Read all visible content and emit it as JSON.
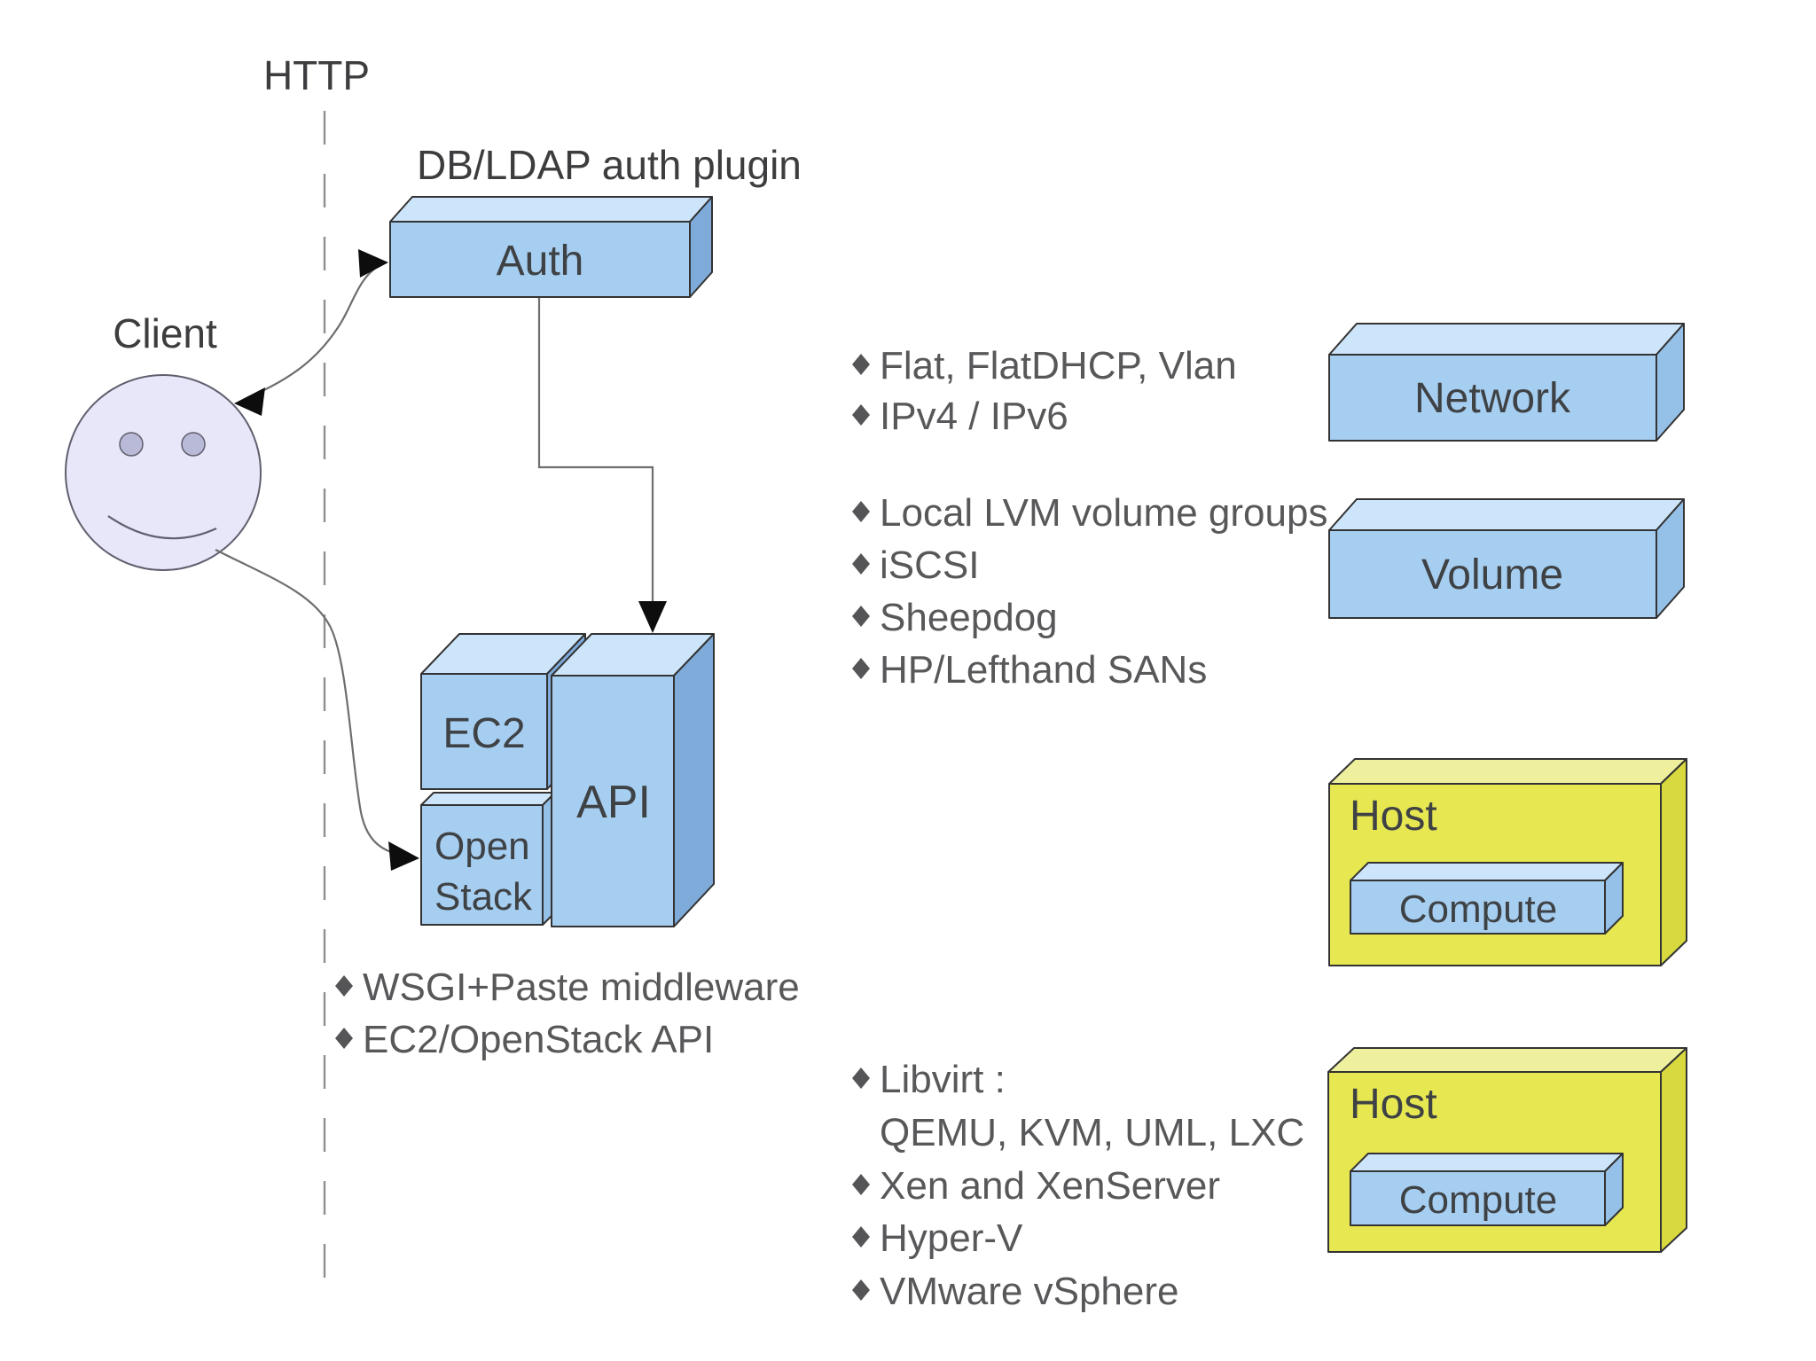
{
  "diagram": {
    "http_label": "HTTP",
    "client_label": "Client",
    "auth_plugin_label": "DB/LDAP auth plugin",
    "boxes": {
      "auth": "Auth",
      "ec2": "EC2",
      "openstack": [
        "Open",
        "Stack"
      ],
      "api": "API",
      "network": "Network",
      "volume": "Volume",
      "host_top": "Host",
      "compute_top": "Compute",
      "host_bottom": "Host",
      "compute_bottom": "Compute"
    },
    "lists": {
      "network_features": {
        "items": [
          {
            "text": "Flat, FlatDHCP, Vlan",
            "bullet": true
          },
          {
            "text": "IPv4 / IPv6",
            "bullet": true
          }
        ]
      },
      "volume_features": {
        "items": [
          {
            "text": "Local LVM volume groups",
            "bullet": true
          },
          {
            "text": "iSCSI",
            "bullet": true
          },
          {
            "text": "Sheepdog",
            "bullet": true
          },
          {
            "text": "HP/Lefthand SANs",
            "bullet": true
          }
        ]
      },
      "api_features": {
        "items": [
          {
            "text": "WSGI+Paste middleware",
            "bullet": true
          },
          {
            "text": "EC2/OpenStack API",
            "bullet": true
          }
        ]
      },
      "hypervisor_features": {
        "items": [
          {
            "text": "Libvirt :",
            "bullet": true
          },
          {
            "text": "QEMU, KVM, UML, LXC",
            "bullet": false
          },
          {
            "text": "Xen and XenServer",
            "bullet": true
          },
          {
            "text": "Hyper-V",
            "bullet": true
          },
          {
            "text": "VMware vSphere",
            "bullet": true
          }
        ]
      }
    },
    "colors": {
      "blue_front": "#a6cef1",
      "blue_top": "#cde5fa",
      "blue_side": "#7fabdb",
      "blue_side_light": "#95c0e8",
      "yellow_front": "#e7e751",
      "yellow_top": "#eef09e",
      "yellow_side": "#d8d93f",
      "text_dark": "#3f4245",
      "list_text": "#58585b",
      "face_fill": "#e7e7f9",
      "background": "#ffffff"
    }
  }
}
